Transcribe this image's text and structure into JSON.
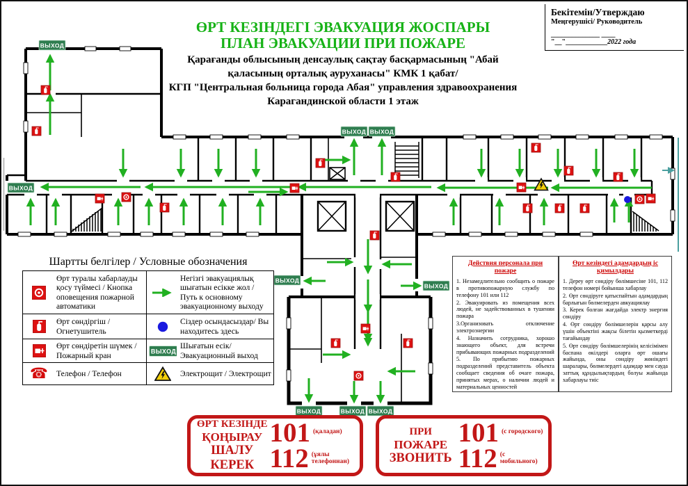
{
  "approval": {
    "line1": "Бекітемін/Утверждаю",
    "line2": "Меңгерушісі/ Руководитель",
    "line3": "______________ ____",
    "line4a": "\"__\"____________",
    "line4b": "2022 года"
  },
  "title": {
    "kz": "ӨРТ КЕЗІНДЕГІ ЭВАКУАЦИЯ ЖОСПАРЫ",
    "ru": "ПЛАН ЭВАКУАЦИИ ПРИ ПОЖАРЕ",
    "subtitle_lines": [
      "Қарағанды облысының денсаулық сақтау басқармасының  \"Абай",
      "қаласының орталық ауруханасы\" КМК  1 қабат/",
      "КГП \"Центральная больница города Абая\" управления здравоохранения",
      "Карагандинской области   1 этаж"
    ]
  },
  "plan": {
    "exit_label": "ВЫХОД"
  },
  "legend": {
    "title": "Шартты белгілер / Условные обозначения",
    "items": [
      {
        "icon": "alarm-button-icon",
        "label": "Өрт туралы хабарлауды қосу түймесі / Кнопка оповещения пожарной автоматики"
      },
      {
        "icon": "fire-extinguisher-icon",
        "label": "Өрт сөндіргіш / Огнетушитель"
      },
      {
        "icon": "fire-hydrant-icon",
        "label": "Өрт сөндіретін шүмек / Пожарный кран"
      },
      {
        "icon": "telephone-icon",
        "label": "Телефон / Телефон"
      },
      {
        "icon": "evacuation-route-arrow-icon",
        "label": "Негізгі эвакуациялық шығатын есікке жол / Путь к основному эвакуационному выходу"
      },
      {
        "icon": "you-are-here-icon",
        "label": "Сіздер осындасыздар/ Вы находитесь здесь"
      },
      {
        "icon": "exit-sign-icon",
        "label": "Шығатын есік/ Эвакуационный выход"
      },
      {
        "icon": "electrical-panel-icon",
        "label": "Электрощит / Электрощит"
      }
    ]
  },
  "instructions": {
    "left": {
      "title": "Действия персонала при пожаре",
      "items": [
        "1.  Незамедлительно сообщить о пожаре в противопожарную службу по телефону 101 или 112",
        "2.  Эвакуировать из помещения всех людей, не задействованных в тушении пожара",
        "3.Организовать отключение электроэнергии",
        "4.  Назначить сотрудника, хорошо знающего объект, для встречи прибывающих пожарных подразделений",
        "5.  По прибытию пожарных подразделений представитель объекта сообщает сведения об очаге пожара, принятых мерах, о наличии людей и материальных ценностей"
      ]
    },
    "right": {
      "title": "Өрт кезіндегі адамдардың іс қимылдары",
      "items": [
        "1. Дереу өрт сөндіру бөлімшесіне 101, 112 телефон номері бойынша хабарлау",
        "2. Өрт сөндіруге қатыспайтын адамдардың барлығын бөлмелерден авкуациялау",
        "3. Керек болған жағдайда электр энергия сөндіру",
        "4. Өрт сөндіру бөлімшелерін қарсы алу үшін объектіні жақсы білетін қызметкерді тағайындау",
        "5. Өрт сөндіру бөлімшелерінің келісімімен баспана өкілдері оларға өрт ошағы жайында, оны сөндіру жөніндегі шаралары, бөлмелердегі адамдар мен сауда заттық құндылықтардың болуы жайында хабарлауы тиіс"
      ]
    }
  },
  "call_left": {
    "lines": [
      "ӨРТ КЕЗІНДЕ",
      "ҚОҢЫРАУ",
      "ШАЛУ КЕРЕК"
    ],
    "num1": "101",
    "note1": "(қаладан)",
    "num2": "112",
    "note2": "(ұялы телефоннан)"
  },
  "call_right": {
    "lines": [
      "ПРИ",
      "ПОЖАРЕ",
      "ЗВОНИТЬ"
    ],
    "num1": "101",
    "note1": "(с городского)",
    "num2": "112",
    "note2": "(с мобильного)"
  },
  "colors": {
    "title_green": "#16b216",
    "arrow_green": "#21b021",
    "exit_sign_green": "#2e7d4f",
    "alarm_red": "#dd1111",
    "call_red": "#c21717",
    "you_are_here_blue": "#1a1adf",
    "electro_yellow": "#f2cf08"
  }
}
